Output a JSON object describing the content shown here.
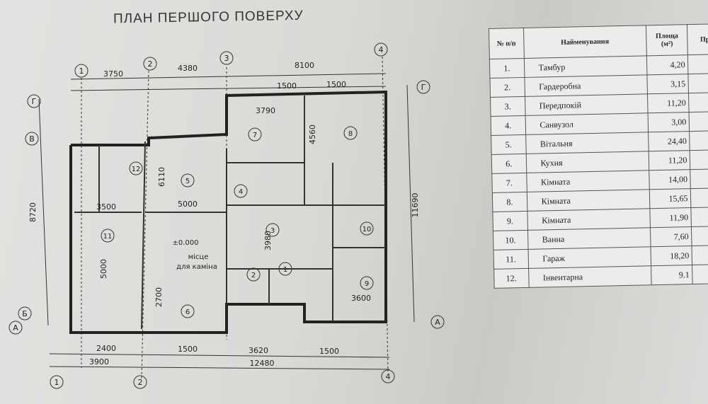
{
  "title": "ПЛАН ПЕРШОГО ПОВЕРХУ",
  "table": {
    "headers": [
      "№ п/п",
      "Найменування",
      "Площа (м²)",
      "Пр"
    ],
    "rows": [
      {
        "n": "1.",
        "name": "Тамбур",
        "area": "4,20"
      },
      {
        "n": "2.",
        "name": "Гардеробна",
        "area": "3,15"
      },
      {
        "n": "3.",
        "name": "Передпокій",
        "area": "11,20"
      },
      {
        "n": "4.",
        "name": "Санвузол",
        "area": "3,00"
      },
      {
        "n": "5.",
        "name": "Вітальня",
        "area": "24,40"
      },
      {
        "n": "6.",
        "name": "Кухня",
        "area": "11,20"
      },
      {
        "n": "7.",
        "name": "Кімната",
        "area": "14,00"
      },
      {
        "n": "8.",
        "name": "Кімната",
        "area": "15,65"
      },
      {
        "n": "9.",
        "name": "Кімната",
        "area": "11,90"
      },
      {
        "n": "10.",
        "name": "Ванна",
        "area": "7,60"
      },
      {
        "n": "11.",
        "name": "Гараж",
        "area": "18,20"
      },
      {
        "n": "12.",
        "name": "Інвентарна",
        "area": "9.1"
      }
    ]
  },
  "plan": {
    "axes": {
      "a1": "1",
      "a2": "2",
      "a3": "3",
      "a4": "4",
      "g": "Г",
      "v": "В",
      "b": "Б",
      "a": "А"
    },
    "dims": {
      "top1": "3750",
      "top2": "4380",
      "top3": "8100",
      "top4": "1500",
      "top5": "1500",
      "bot1": "2400",
      "bot2": "1500",
      "bot3": "3620",
      "bot4": "1500",
      "total_w": "12480",
      "left_w": "3900",
      "right_h": "11690",
      "left_h": "8720",
      "r11": "3500",
      "r11h": "5000",
      "r5": "5000",
      "r5h": "6110",
      "r7": "3790",
      "r8": "4560",
      "r3": "3980",
      "r9": "3600",
      "r6": "2700"
    },
    "rooms": [
      "1",
      "2",
      "3",
      "4",
      "5",
      "6",
      "7",
      "8",
      "9",
      "10",
      "11",
      "12"
    ],
    "note1": "місце",
    "note2": "для каміна",
    "level": "±0.000"
  }
}
